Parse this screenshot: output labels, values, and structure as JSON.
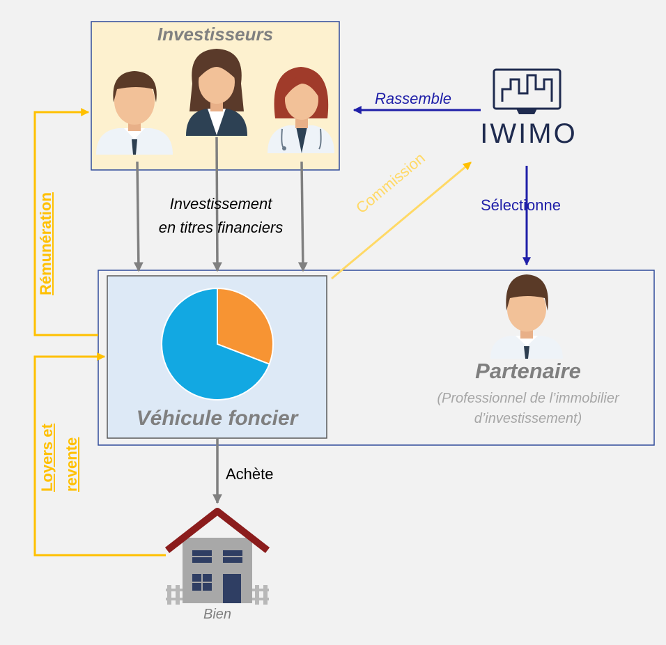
{
  "investors": {
    "title": "Investisseurs"
  },
  "brand": {
    "name": "IWIMO"
  },
  "edges": {
    "gathers": "Rassemble",
    "selects": "Sélectionne",
    "investment_line1": "Investissement",
    "investment_line2": "en titres financiers",
    "commission": "Commission",
    "remuneration": "Rémunération",
    "rents_line1": "Loyers et",
    "rents_line2": "revente",
    "buys": "Achète"
  },
  "vehicle": {
    "label": "Véhicule foncier",
    "pie": [
      {
        "share": 0.28,
        "color": "#f79433"
      },
      {
        "share": 0.72,
        "color": "#12a8e2"
      }
    ]
  },
  "partner": {
    "title": "Partenaire",
    "subtitle_line1": "(Professionnel de l’immobilier",
    "subtitle_line2": "d’investissement)"
  },
  "property": {
    "label": "Bien"
  },
  "colors": {
    "yellow": "#ffc000",
    "navy": "#1f1fa8",
    "gray_arrow": "#808080",
    "box_border": "#2f4b9a",
    "investors_bg": "#fdf1cf",
    "vehicle_bg": "#dde9f6"
  }
}
